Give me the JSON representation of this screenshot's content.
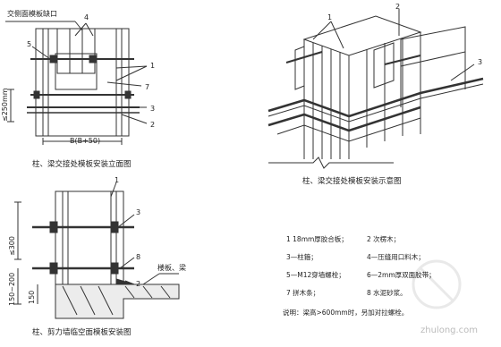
{
  "figure1": {
    "top_label": "交侧面模板缺口",
    "caption": "柱、梁交接处模板安装立面图",
    "dim_left": "≤250mm",
    "dim_bottom": "B(B+50)",
    "callouts": [
      "4",
      "5",
      "1",
      "7",
      "3",
      "2"
    ]
  },
  "figure2": {
    "caption": "柱、梁交接处模板安装示意图",
    "callouts": [
      "1",
      "2",
      "3"
    ]
  },
  "figure3": {
    "caption": "柱、剪力墙临空面模板安装图",
    "dim_left_top": "≤300",
    "dim_left_bottom": "150~200",
    "dim_150": "150",
    "slab_label": "楼板、梁",
    "callouts": [
      "1",
      "3",
      "8",
      "2"
    ]
  },
  "legend": {
    "items": [
      "1  18mm厚胶合板；",
      "2  次楞木；",
      "3—柱箍；",
      "4—压缝用口料木；",
      "5—M12穿墙螺栓；",
      "6—2mm厚双面胶带；",
      "7  拼木条；",
      "8  水泥砂浆。"
    ],
    "note": "说明：梁高>600mm时，另加对拉螺栓。"
  },
  "watermark": "zhulong.com"
}
